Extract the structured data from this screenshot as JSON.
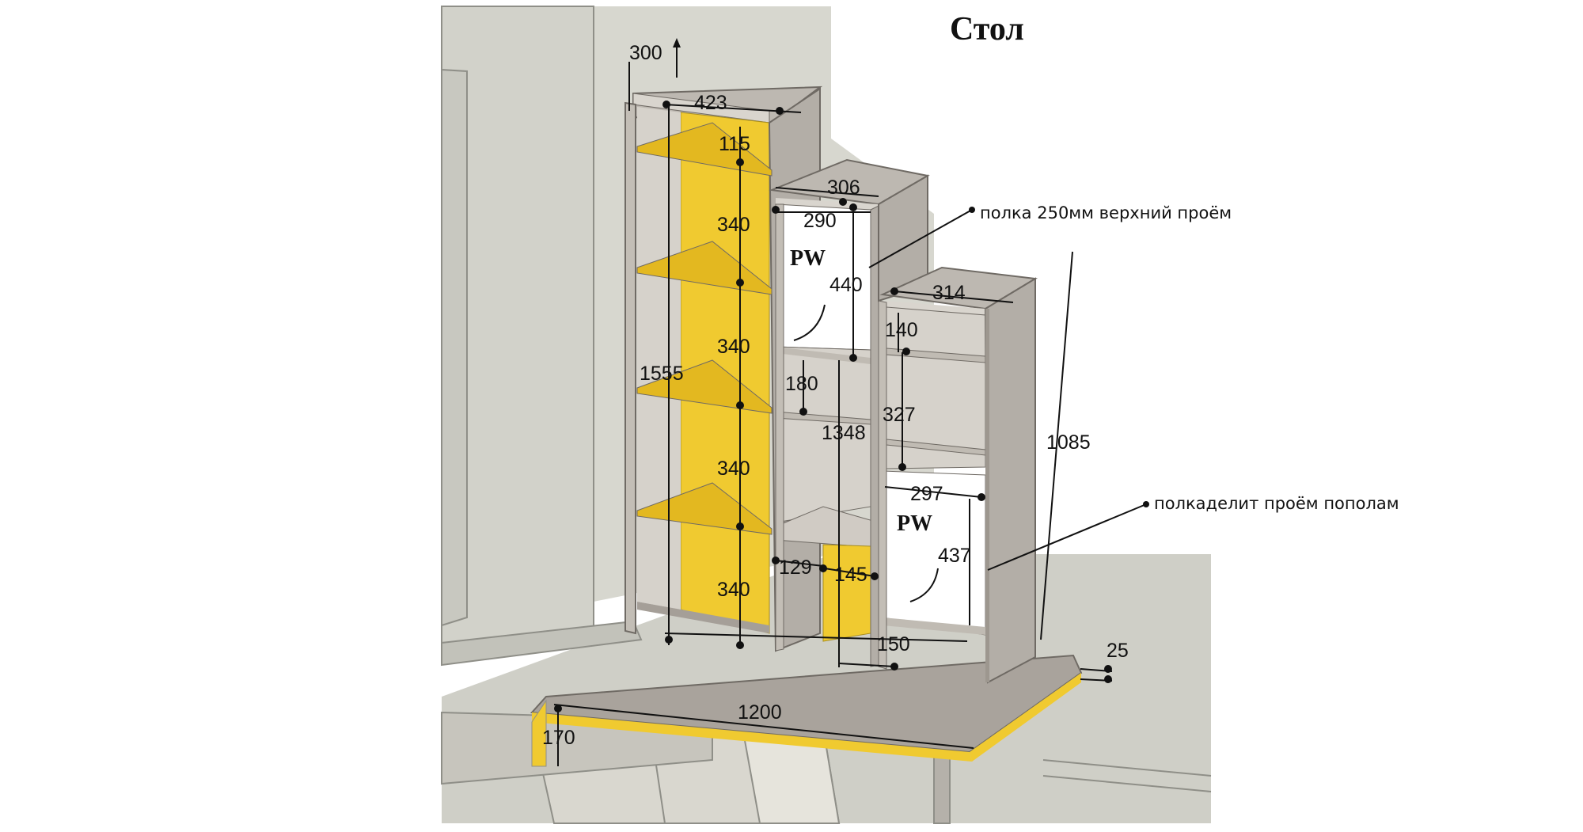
{
  "title": "Стол",
  "colors": {
    "background": "#ffffff",
    "wall": "#d2d2ca",
    "carcass": "#bdb8b1",
    "carcass_dark": "#a59f98",
    "shelf_yellow": "#f0ca30",
    "accent_edge": "#e3b820",
    "white_panel": "#ffffff",
    "dim_line": "#111111"
  },
  "labels": {
    "label_300": "300",
    "label_423": "423",
    "label_115": "115",
    "label_340a": "340",
    "label_340b": "340",
    "label_340c": "340",
    "label_340d": "340",
    "label_1555": "1555",
    "label_306": "306",
    "label_290": "290",
    "label_440": "440",
    "label_180": "180",
    "label_1348": "1348",
    "label_129": "129",
    "label_145": "145",
    "label_314": "314",
    "label_140": "140",
    "label_327": "327",
    "label_297": "297",
    "label_437": "437",
    "label_150": "150",
    "label_1085": "1085",
    "label_25": "25",
    "label_1200": "1200",
    "label_170": "170"
  },
  "panels": {
    "pw_top": "PW",
    "pw_bottom": "PW"
  },
  "annotations": {
    "note_top": "полка 250мм верхний проём",
    "note_bottom": "полкаделит проём пополам"
  }
}
